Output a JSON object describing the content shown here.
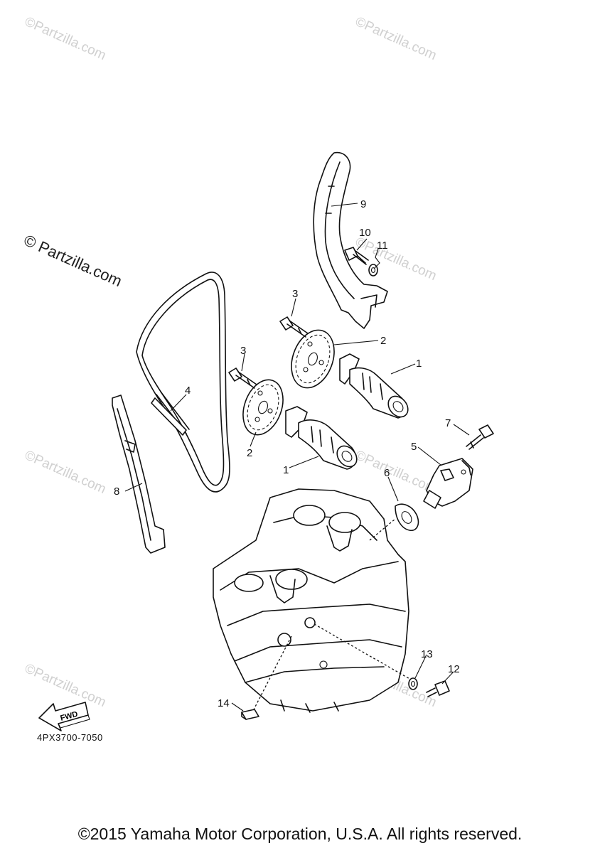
{
  "watermarks": {
    "partzilla": "© Partzilla.com",
    "partzilla_short": "©Partzilla.com"
  },
  "callouts": {
    "p1a": "1",
    "p1b": "1",
    "p2a": "2",
    "p2b": "2",
    "p3a": "3",
    "p3b": "3",
    "p4": "4",
    "p5": "5",
    "p6": "6",
    "p7": "7",
    "p8": "8",
    "p9": "9",
    "p10": "10",
    "p11": "11",
    "p12": "12",
    "p13": "13",
    "p14": "14"
  },
  "fwd_label": "FWD",
  "diagram_code": "4PX3700-7050",
  "copyright": "©2015 Yamaha Motor Corporation, U.S.A. All rights reserved.",
  "icons": {
    "fwd": "fwd-arrow-icon"
  }
}
